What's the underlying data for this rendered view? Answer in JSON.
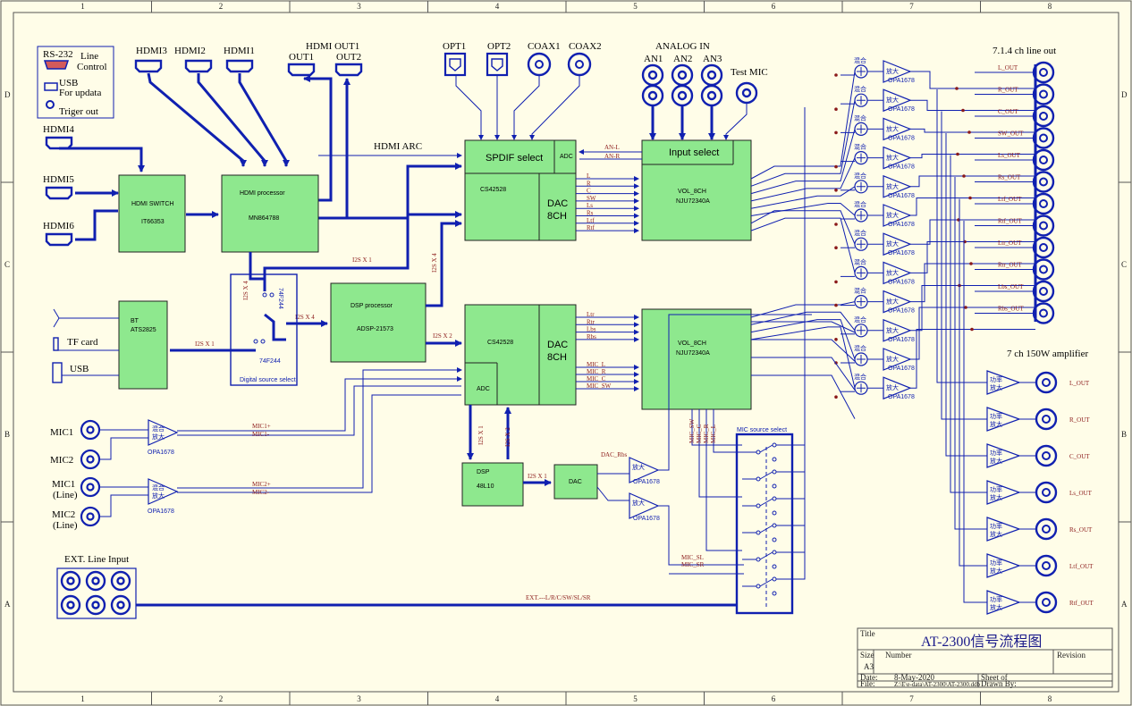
{
  "grid_cols": [
    "1",
    "2",
    "3",
    "4",
    "5",
    "6",
    "7",
    "8"
  ],
  "grid_rows": [
    "D",
    "C",
    "B",
    "A"
  ],
  "title_block": {
    "title_label": "Title",
    "title": "AT-2300信号流程图",
    "size_label": "Size",
    "size": "A3",
    "number_label": "Number",
    "revision_label": "Revision",
    "date_label": "Date:",
    "date": "8-May-2020",
    "sheet_label": "Sheet   of",
    "file_label": "File:",
    "file": "Z:\\E\\e-data\\AT-2300\\AT-2300.ddb",
    "drawn_label": "Drawn By:"
  },
  "legend": {
    "rs232": "RS-232",
    "line": "Line",
    "control": "Control",
    "usb": "USB",
    "for_updata": "For updata",
    "triger": "Triger out"
  },
  "hdmi_in": [
    "HDMI3",
    "HDMI2",
    "HDMI1",
    "HDMI4",
    "HDMI5",
    "HDMI6"
  ],
  "hdmi_out": {
    "header": "HDMI OUT1",
    "out1": "OUT1",
    "out2": "OUT2"
  },
  "digital_in": [
    "OPT1",
    "OPT2",
    "COAX1",
    "COAX2"
  ],
  "analog": {
    "header": "ANALOG IN",
    "an1": "AN1",
    "an2": "AN2",
    "an3": "AN3",
    "test_mic": "Test MIC"
  },
  "blocks": {
    "hdmi_switch": {
      "name": "HDMI SWITCH",
      "chip": "IT66353"
    },
    "hdmi_proc": {
      "name": "HDMI processor",
      "chip": "MN864788"
    },
    "spdif": {
      "name": "SPDIF select",
      "adc": "ADC",
      "chip": "CS42528",
      "dac": "DAC",
      "ch": "8CH"
    },
    "input_sel": {
      "name": "Input select",
      "vol": "VOL_8CH",
      "chip": "NJU72340A"
    },
    "dsp": {
      "name": "DSP processor",
      "chip": "ADSP-21573"
    },
    "codec2": {
      "chip": "CS42528",
      "dac": "DAC",
      "ch": "8CH",
      "adc": "ADC"
    },
    "vol2": {
      "vol": "VOL_8CH",
      "chip": "NJU72340A"
    },
    "bt": {
      "name": "BT",
      "chip": "ATS2825"
    },
    "dsp2": {
      "name": "DSP",
      "chip": "48L10"
    },
    "dac": {
      "name": "DAC"
    }
  },
  "labels": {
    "hdmi_arc": "HDMI ARC",
    "i2s_x1": "I2S X 1",
    "i2s_x4": "I2S X 4",
    "i2s_x2": "I2S X 2",
    "tf_card": "TF card",
    "usb": "USB",
    "digital_src": "Digital source select",
    "chip_74": "74F244",
    "an_l": "AN-L",
    "an_r": "AN-R",
    "mic_src": "MIC source select",
    "ext_input": "EXT. Line  Input",
    "ext_bus": "EXT.---L/R/C/SW/SL/SR",
    "dac_rbs": "DAC_Rbs",
    "mic_sl": "MIC_SL",
    "mic_sr": "MIC_SR",
    "mic1p": "MIC1+",
    "mic1m": "MIC1-",
    "mic2p": "MIC2+",
    "mic2m": "MIC2-",
    "opa": "OPA1678",
    "mix_a": "混合",
    "mix_b": "放大",
    "amp_a": "功率",
    "amp_b": "放大",
    "fang": "放大",
    "line_out_header": "7.1.4 ch line out",
    "amp_header": "7 ch 150W amplifier"
  },
  "mic_inputs": [
    "MIC1",
    "MIC2",
    "MIC1\n(Line)",
    "MIC2\n(Line)"
  ],
  "dac1_channels": [
    "L",
    "R",
    "C",
    "SW",
    "Ls",
    "Rs",
    "Ltf",
    "Rtf"
  ],
  "dac2_channels": [
    "Ltr",
    "Rtr",
    "Lbs",
    "Rbs"
  ],
  "mic_channels": [
    "MIC_L",
    "MIC_R",
    "MIC_C",
    "MIC_SW"
  ],
  "mic_vertical": [
    "MIC_SW",
    "MIC_C",
    "MIC_R",
    "MIC_L"
  ],
  "line_outputs": [
    "L_OUT",
    "R_OUT",
    "C_OUT",
    "SW_OUT",
    "Ls_OUT",
    "Rs_OUT",
    "Ltf_OUT",
    "Rtf_OUT",
    "Ltr_OUT",
    "Rtr_OUT",
    "Lbs_OUT",
    "Rbs_OUT"
  ],
  "amp_outputs": [
    "L_OUT",
    "R_OUT",
    "C_OUT",
    "Ls_OUT",
    "Rs_OUT",
    "Ltf_OUT",
    "Rtf_OUT"
  ]
}
